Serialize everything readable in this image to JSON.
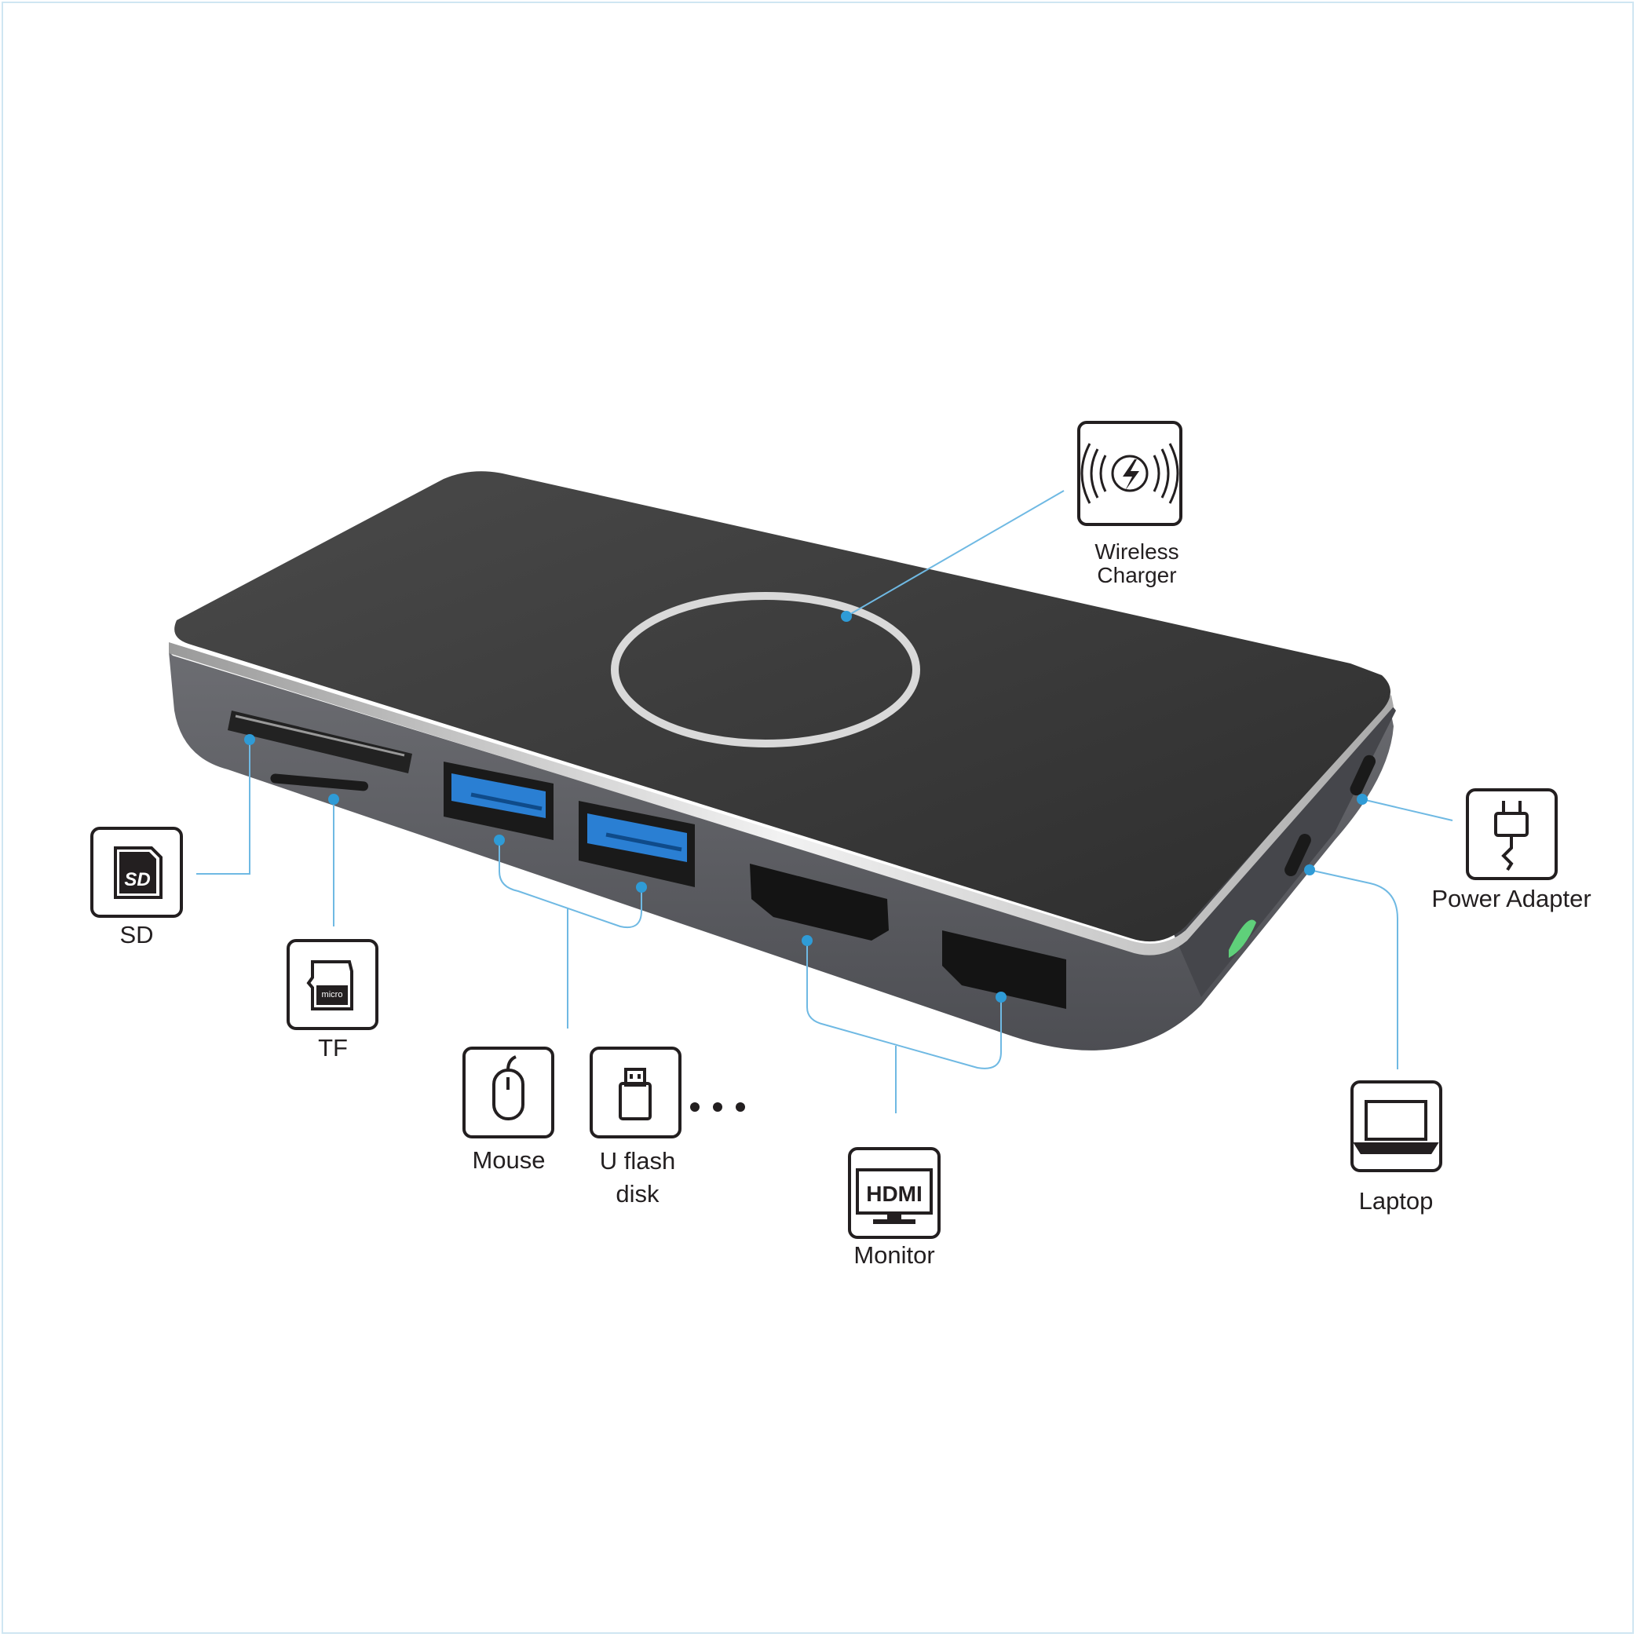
{
  "colors": {
    "accent": "#2f9bd6",
    "connector_line": "#6fb9e3",
    "device_top": "#3a3a3a",
    "device_body": "#595a60",
    "usb_blue": "#2a7fd3",
    "led_green": "#5fd07a",
    "icon_stroke": "#231f20"
  },
  "callouts": {
    "wireless_charger": {
      "label": "Wireless\nCharger",
      "icon": "wireless-charging-icon"
    },
    "sd": {
      "label": "SD",
      "icon": "sd-card-icon"
    },
    "tf": {
      "label": "TF",
      "icon": "micro-sd-card-icon",
      "icon_text": "micro"
    },
    "mouse": {
      "label": "Mouse",
      "icon": "mouse-icon"
    },
    "u_flash_disk": {
      "label": "U flash\ndisk",
      "icon": "usb-flash-drive-icon"
    },
    "more": {
      "icon": "ellipsis-icon"
    },
    "monitor": {
      "label": "Monitor",
      "icon": "hdmi-monitor-icon",
      "icon_text": "HDMI"
    },
    "power_adapter": {
      "label": "Power Adapter",
      "icon": "power-plug-icon"
    },
    "laptop": {
      "label": "Laptop",
      "icon": "laptop-icon"
    }
  }
}
